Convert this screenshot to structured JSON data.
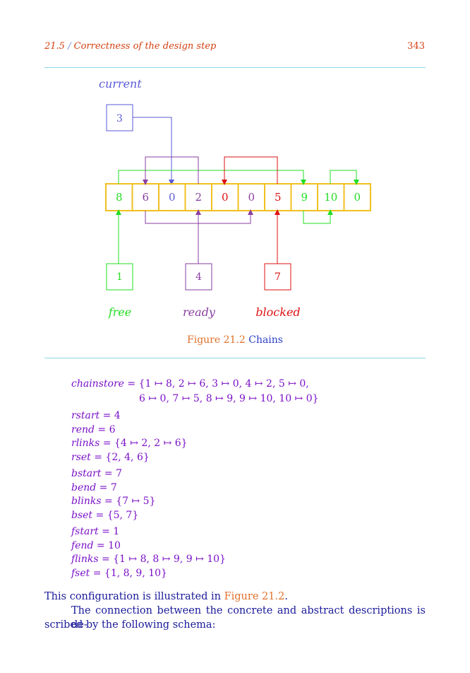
{
  "header": {
    "section_number": "21.5",
    "separator": "/",
    "section_title": "Correctness of the design step",
    "page_number": "343"
  },
  "diagram": {
    "current_label": "current",
    "current_value": "3",
    "cells": [
      "8",
      "6",
      "0",
      "2",
      "0",
      "0",
      "5",
      "9",
      "10",
      "0"
    ],
    "free_value": "1",
    "ready_value": "4",
    "blocked_value": "7",
    "free_label": "free",
    "ready_label": "ready",
    "blocked_label": "blocked",
    "colors": {
      "free": "#22dd22",
      "ready": "#8a3ea0",
      "blocked": "#dd1010",
      "current": "#5a5ad8",
      "cell_border": "#f0c020"
    }
  },
  "caption": {
    "number": "Figure 21.2",
    "title": "Chains"
  },
  "math": {
    "chainstore_name": "chainstore",
    "chainstore_line1": " = {1 ↦ 8, 2 ↦ 6, 3 ↦ 0, 4 ↦ 2, 5 ↦ 0,",
    "chainstore_line2": "6 ↦ 0, 7 ↦ 5, 8 ↦ 9, 9 ↦ 10, 10 ↦ 0}",
    "lines": [
      {
        "name": "rstart",
        "value": " = 4"
      },
      {
        "name": "rend",
        "value": " = 6"
      },
      {
        "name": "rlinks",
        "value": " = {4 ↦ 2, 2 ↦ 6}"
      },
      {
        "name": "rset",
        "value": " = {2, 4, 6}"
      },
      {
        "name": "bstart",
        "value": " = 7"
      },
      {
        "name": "bend",
        "value": " = 7"
      },
      {
        "name": "blinks",
        "value": " = {7 ↦ 5}"
      },
      {
        "name": "bset",
        "value": " = {5, 7}"
      },
      {
        "name": "fstart",
        "value": " = 1"
      },
      {
        "name": "fend",
        "value": " = 10"
      },
      {
        "name": "flinks",
        "value": " = {1 ↦ 8, 8 ↦ 9, 9 ↦ 10}"
      },
      {
        "name": "fset",
        "value": " = {1, 8, 9, 10}"
      }
    ]
  },
  "body": {
    "p1_before": "This configuration is illustrated in ",
    "p1_ref": "Figure 21.2",
    "p1_after": ".",
    "p2_line1": "The connection between the concrete and abstract descriptions is de-",
    "p2_line2": "scribed by the following schema:"
  }
}
